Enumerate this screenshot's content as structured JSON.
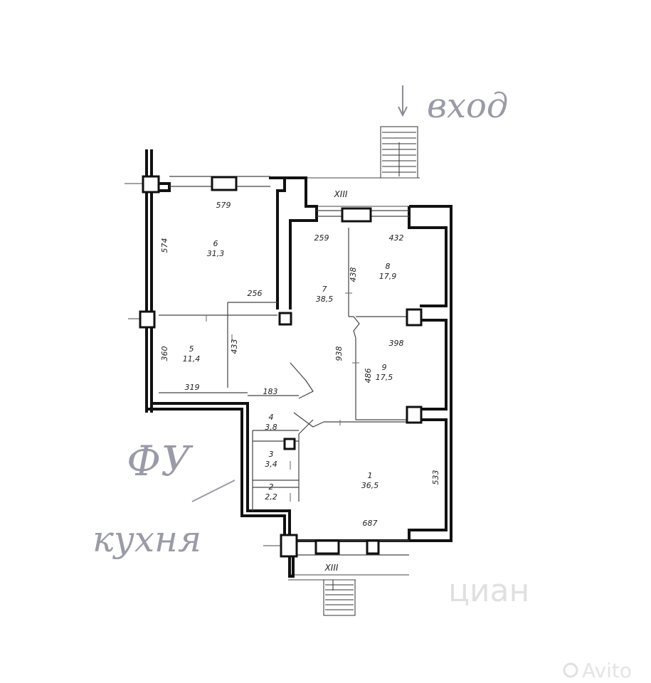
{
  "rooms": [
    {
      "number": "1",
      "area": "36,5"
    },
    {
      "number": "2",
      "area": "2,2"
    },
    {
      "number": "3",
      "area": "3,4"
    },
    {
      "number": "4",
      "area": "3,8"
    },
    {
      "number": "5",
      "area": "11,4"
    },
    {
      "number": "6",
      "area": "31,3"
    },
    {
      "number": "7",
      "area": "38,5"
    },
    {
      "number": "8",
      "area": "17,9"
    },
    {
      "number": "9",
      "area": "17,5"
    }
  ],
  "dimensions": {
    "d579": "579",
    "d574": "574",
    "d259": "259",
    "d432": "432",
    "d438": "438",
    "d256": "256",
    "d433": "433",
    "d360": "360",
    "d938": "938",
    "d398": "398",
    "d486": "486",
    "d319": "319",
    "d183": "183",
    "d533": "533",
    "d687": "687"
  },
  "axis_labels": {
    "top": "XIII",
    "bottom": "XIII"
  },
  "handwritten": {
    "entrance": "вход",
    "note_1": "ФУ",
    "note_2": "кухня"
  },
  "watermarks": {
    "cian": "циан",
    "avito": "Avito"
  }
}
